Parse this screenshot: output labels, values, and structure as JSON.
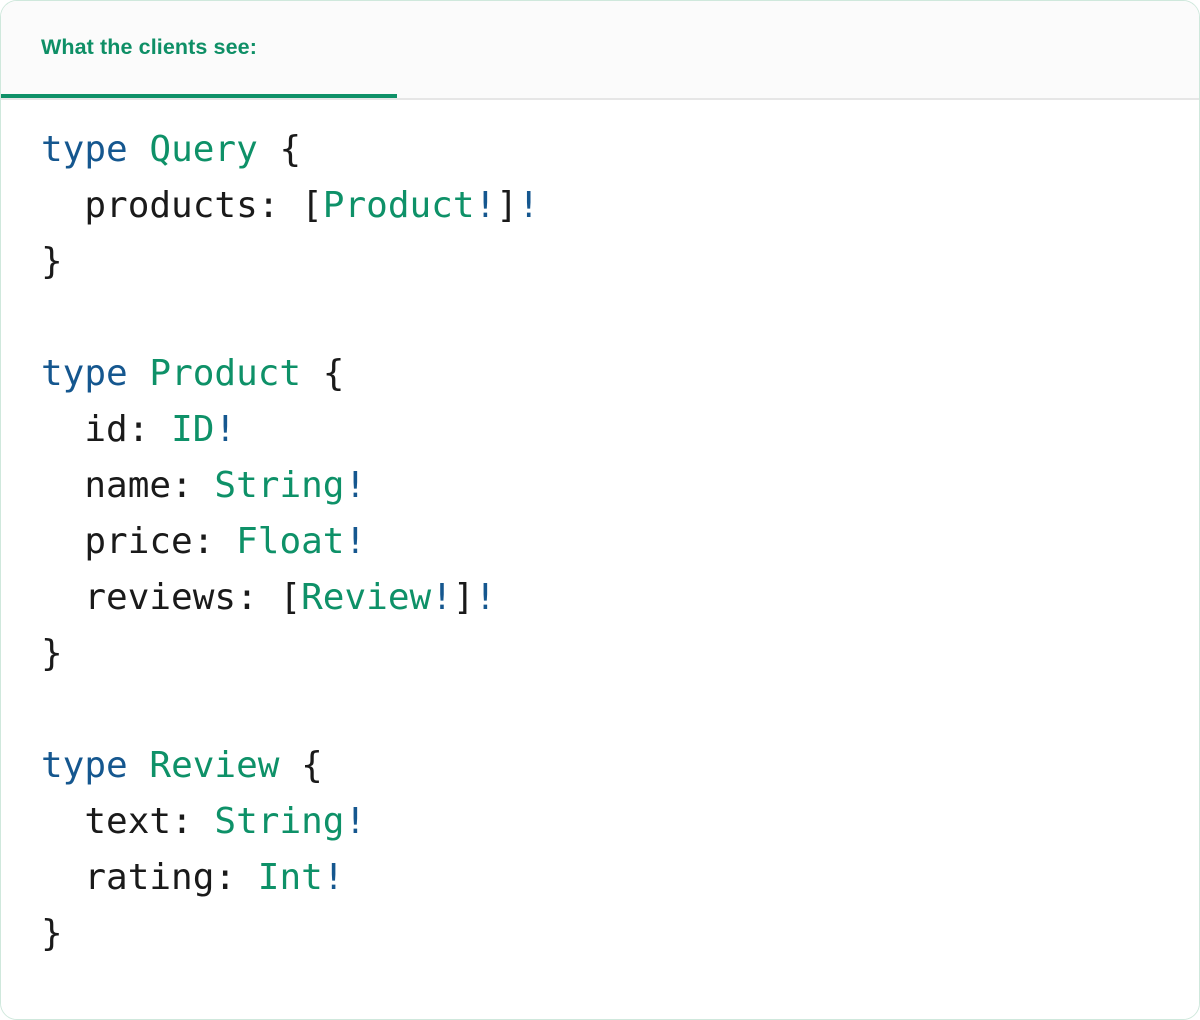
{
  "card": {
    "accent_green": "#0f9168",
    "border_color": "#cfe8dc",
    "background": "#ffffff"
  },
  "header": {
    "tab_label": "What the clients see:",
    "tab_text_color": "#0e8f66",
    "tab_background": "#fbfbfb",
    "underline_color": "#0f9168",
    "divider_color": "#e6e6e6"
  },
  "syntax_colors": {
    "keyword": "#15578f",
    "type_name": "#0e9168",
    "field_name": "#1a1a1a",
    "punctuation": "#1a1a1a",
    "non_null_bang": "#15578f"
  },
  "code": {
    "language": "graphql",
    "raw": "type Query {\n  products: [Product!]!\n}\n\ntype Product {\n  id: ID!\n  name: String!\n  price: Float!\n  reviews: [Review!]!\n}\n\ntype Review {\n  text: String!\n  rating: Int!\n}",
    "lines": [
      {
        "id": "l1",
        "tokens": [
          {
            "t": "type",
            "k": "kw"
          },
          {
            "t": " ",
            "k": "plain"
          },
          {
            "t": "Query",
            "k": "type"
          },
          {
            "t": " ",
            "k": "plain"
          },
          {
            "t": "{",
            "k": "punct"
          }
        ]
      },
      {
        "id": "l2",
        "tokens": [
          {
            "t": "  ",
            "k": "plain"
          },
          {
            "t": "products",
            "k": "field"
          },
          {
            "t": ": ",
            "k": "punct"
          },
          {
            "t": "[",
            "k": "punct"
          },
          {
            "t": "Product",
            "k": "type"
          },
          {
            "t": "!",
            "k": "bang"
          },
          {
            "t": "]",
            "k": "punct"
          },
          {
            "t": "!",
            "k": "bang"
          }
        ]
      },
      {
        "id": "l3",
        "tokens": [
          {
            "t": "}",
            "k": "punct"
          }
        ]
      },
      {
        "id": "l4",
        "tokens": []
      },
      {
        "id": "l5",
        "tokens": [
          {
            "t": "type",
            "k": "kw"
          },
          {
            "t": " ",
            "k": "plain"
          },
          {
            "t": "Product",
            "k": "type"
          },
          {
            "t": " ",
            "k": "plain"
          },
          {
            "t": "{",
            "k": "punct"
          }
        ]
      },
      {
        "id": "l6",
        "tokens": [
          {
            "t": "  ",
            "k": "plain"
          },
          {
            "t": "id",
            "k": "field"
          },
          {
            "t": ": ",
            "k": "punct"
          },
          {
            "t": "ID",
            "k": "type"
          },
          {
            "t": "!",
            "k": "bang"
          }
        ]
      },
      {
        "id": "l7",
        "tokens": [
          {
            "t": "  ",
            "k": "plain"
          },
          {
            "t": "name",
            "k": "field"
          },
          {
            "t": ": ",
            "k": "punct"
          },
          {
            "t": "String",
            "k": "type"
          },
          {
            "t": "!",
            "k": "bang"
          }
        ]
      },
      {
        "id": "l8",
        "tokens": [
          {
            "t": "  ",
            "k": "plain"
          },
          {
            "t": "price",
            "k": "field"
          },
          {
            "t": ": ",
            "k": "punct"
          },
          {
            "t": "Float",
            "k": "type"
          },
          {
            "t": "!",
            "k": "bang"
          }
        ]
      },
      {
        "id": "l9",
        "tokens": [
          {
            "t": "  ",
            "k": "plain"
          },
          {
            "t": "reviews",
            "k": "field"
          },
          {
            "t": ": ",
            "k": "punct"
          },
          {
            "t": "[",
            "k": "punct"
          },
          {
            "t": "Review",
            "k": "type"
          },
          {
            "t": "!",
            "k": "bang"
          },
          {
            "t": "]",
            "k": "punct"
          },
          {
            "t": "!",
            "k": "bang"
          }
        ]
      },
      {
        "id": "l10",
        "tokens": [
          {
            "t": "}",
            "k": "punct"
          }
        ]
      },
      {
        "id": "l11",
        "tokens": []
      },
      {
        "id": "l12",
        "tokens": [
          {
            "t": "type",
            "k": "kw"
          },
          {
            "t": " ",
            "k": "plain"
          },
          {
            "t": "Review",
            "k": "type"
          },
          {
            "t": " ",
            "k": "plain"
          },
          {
            "t": "{",
            "k": "punct"
          }
        ]
      },
      {
        "id": "l13",
        "tokens": [
          {
            "t": "  ",
            "k": "plain"
          },
          {
            "t": "text",
            "k": "field"
          },
          {
            "t": ": ",
            "k": "punct"
          },
          {
            "t": "String",
            "k": "type"
          },
          {
            "t": "!",
            "k": "bang"
          }
        ]
      },
      {
        "id": "l14",
        "tokens": [
          {
            "t": "  ",
            "k": "plain"
          },
          {
            "t": "rating",
            "k": "field"
          },
          {
            "t": ": ",
            "k": "punct"
          },
          {
            "t": "Int",
            "k": "type"
          },
          {
            "t": "!",
            "k": "bang"
          }
        ]
      },
      {
        "id": "l15",
        "tokens": [
          {
            "t": "}",
            "k": "punct"
          }
        ]
      }
    ]
  }
}
